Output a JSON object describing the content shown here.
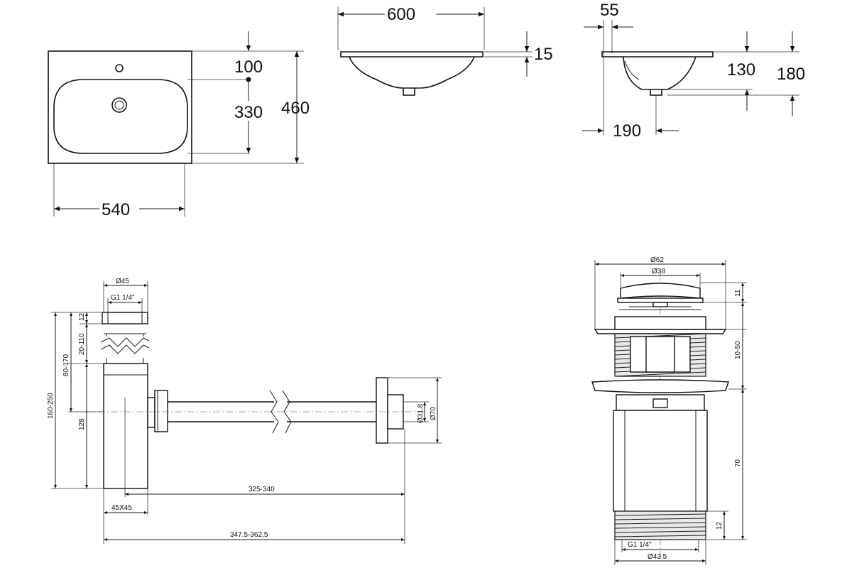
{
  "basin_top_view": {
    "width_label": "540",
    "depth_label": "460",
    "tap_offset_label": "100",
    "bowl_depth_label": "330"
  },
  "basin_front_view": {
    "width_label": "600",
    "rim_label": "15"
  },
  "basin_side_view": {
    "rim_label": "55",
    "drain_depth_label": "130",
    "height_label": "180",
    "drain_offset_label": "190"
  },
  "siphon": {
    "top_diameter_label": "Ø45",
    "thread_label": "G1 1/4\"",
    "cap_label": "12",
    "adjust_label": "20-110",
    "body_range_label": "80-170",
    "total_height_label": "160-250",
    "body_height_label": "128",
    "pipe_diameter_label": "Ø31.8",
    "flange_diameter_label": "Ø70",
    "pipe_length_label": "325-340",
    "body_size_label": "45X45",
    "total_length_label": "347,5-362,5"
  },
  "drain_valve": {
    "outer_diameter_label": "Ø62",
    "cap_diameter_label": "Ø38",
    "cap_height_label": "11",
    "adjust_label": "10-50",
    "body_height_label": "70",
    "thread_height_label": "12",
    "thread_label": "G1 1/4\"",
    "bottom_diameter_label": "Ø43.5"
  }
}
